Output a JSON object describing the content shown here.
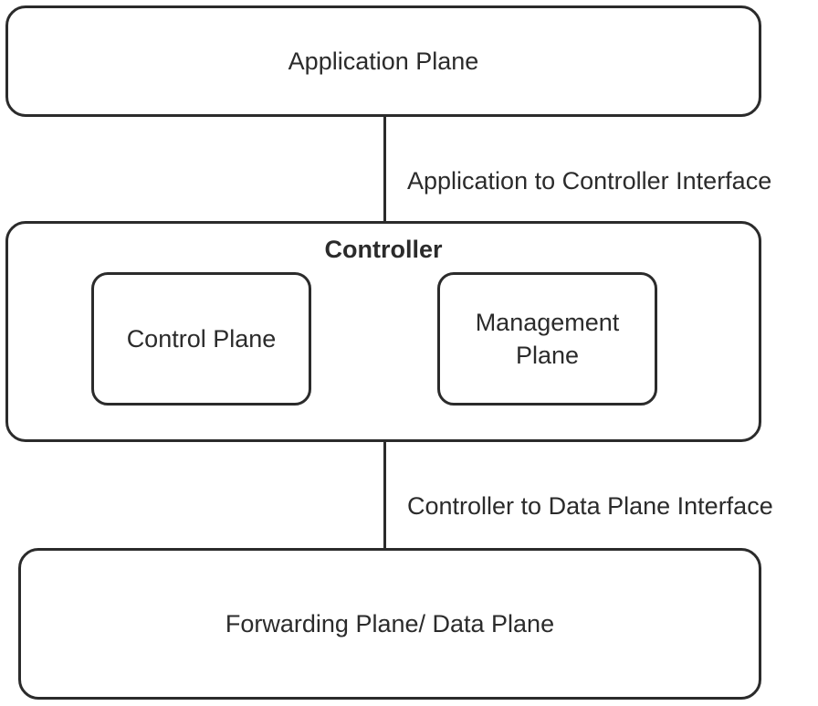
{
  "application_plane": {
    "label": "Application Plane"
  },
  "app_to_controller": {
    "label": "Application to Controller Interface"
  },
  "controller": {
    "title": "Controller",
    "control_plane": {
      "label": "Control Plane"
    },
    "management_plane": {
      "label": "Management Plane"
    }
  },
  "controller_to_data": {
    "label": "Controller to Data Plane Interface"
  },
  "forwarding_plane": {
    "label": "Forwarding Plane/ Data Plane"
  },
  "colors": {
    "stroke": "#2b2b2b",
    "background": "#ffffff"
  }
}
